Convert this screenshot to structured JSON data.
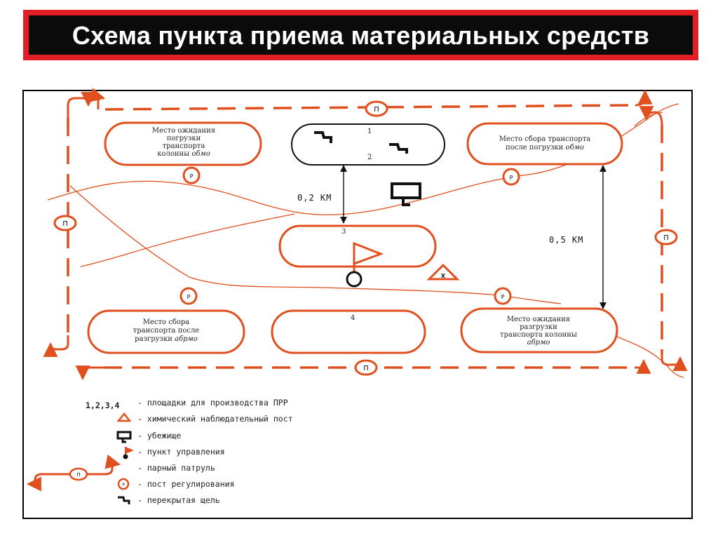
{
  "header": {
    "title": "Схема пункта приема материальных средств"
  },
  "zones": {
    "wait_load": {
      "line1": "Место ожидания",
      "line2": "погрузки",
      "line3": "транспорта",
      "line4a": "колонны ",
      "line4b": "обмо"
    },
    "platforms_1_2": {
      "num1": "1",
      "num2": "2"
    },
    "collect_after_load": {
      "line1": "Место сбора транспорта",
      "line2a": "после погрузки ",
      "line2b": "обмо"
    },
    "platform_3": {
      "num": "3"
    },
    "collect_after_unload": {
      "line1": "Место сбора",
      "line2": "транспорта после",
      "line3a": "разгрузки ",
      "line3b": "абрмо"
    },
    "platform_4": {
      "num": "4"
    },
    "wait_unload": {
      "line1": "Место ожидания",
      "line2": "разгрузки",
      "line3": "транспорта колонны",
      "line4": "абрмо"
    }
  },
  "markers": {
    "patrol": "П",
    "regulation": "Р",
    "chem_post": "Х"
  },
  "distances": {
    "d1": "0,2 КМ",
    "d2": "0,5 КМ"
  },
  "legend": {
    "platforms_key": "1,2,3,4",
    "platforms_text": "- площадки для производства ПРР",
    "chem_text": "- химический наблюдательный пост",
    "shelter_text": "- убежище",
    "control_text": "- пункт управления",
    "patrol_text": "- парный патруль",
    "regulation_text": "- пост регулирования",
    "trench_text": "- перекрытая щель"
  },
  "colors": {
    "accent": "#e0501e",
    "title_bg": "#0b0b0b",
    "title_border": "#e31e24"
  }
}
